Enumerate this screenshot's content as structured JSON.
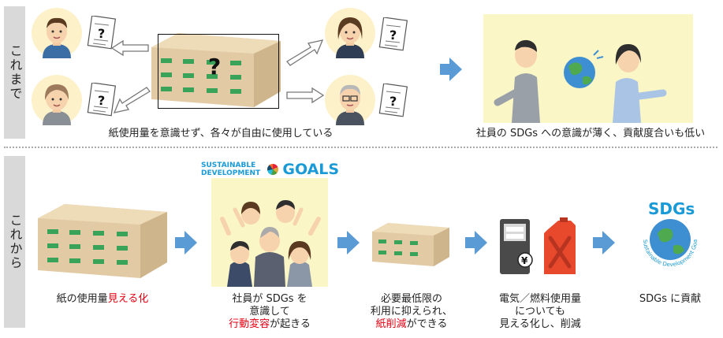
{
  "section_labels": {
    "before": "これまで",
    "after": "これから"
  },
  "before": {
    "caption_left": "紙使用量を意識せず、各々が自由に使用している",
    "caption_right": "社員の SDGs への意識が薄く、貢献度合いも低い",
    "question_mark": "?"
  },
  "after": {
    "sdgs_logo": {
      "line1": "SUSTAINABLE",
      "line2": "DEVELOPMENT",
      "goals_text": "GOALS"
    },
    "steps": [
      {
        "text_a": "紙の使用量",
        "text_red": "見える化",
        "text_b": ""
      },
      {
        "line1": "社員が SDGs を",
        "line2": "意識して",
        "text_red": "行動変容",
        "text_b": "が起きる"
      },
      {
        "line1": "必要最低限の",
        "line2": "利用に抑えられ、",
        "text_red": "紙削減",
        "text_b": "ができる"
      },
      {
        "line1": "電気／燃料使用量",
        "line2": "についても",
        "line3": "見える化し、削減"
      },
      {
        "line1": "SDGs に貢献"
      }
    ],
    "sdgs_badge": {
      "title": "SDGs",
      "ring_text": "Sustainable Development Goals"
    },
    "yen_symbol": "¥"
  },
  "colors": {
    "arrow_blue": "#5b9bd5",
    "red": "#e60012",
    "panel": "#fbf6c6",
    "box": "#e2cba4"
  }
}
